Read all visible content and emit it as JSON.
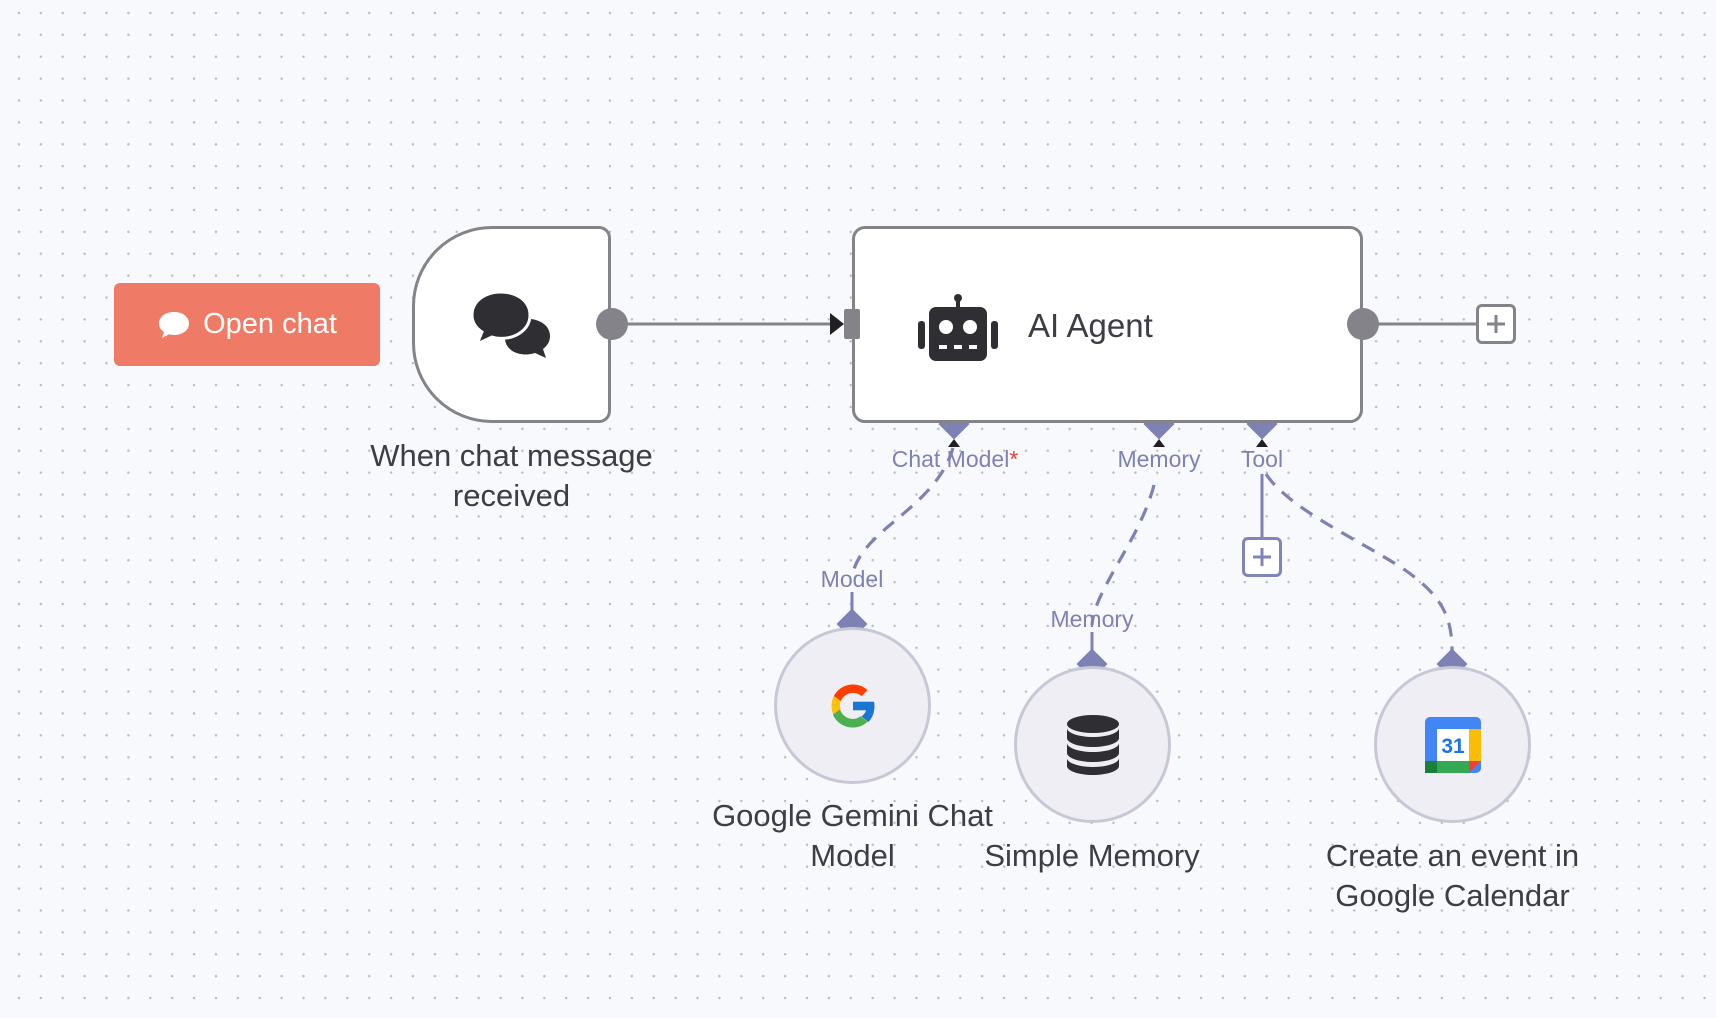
{
  "canvas": {
    "background": "#f8f9fc",
    "dot_color": "#b9bcc6"
  },
  "colors": {
    "open_chat_bg": "#ef7a65",
    "node_border": "#838389",
    "ai_port_color": "#7e81b4",
    "required_mark": "#e0413c",
    "circle_node_bg": "#efeef5"
  },
  "open_chat": {
    "label": "Open chat",
    "icon": "chat-bubble-icon"
  },
  "nodes": {
    "trigger": {
      "label_line1": "When chat message",
      "label_line2": "received",
      "icon": "chat-bubbles-icon"
    },
    "agent": {
      "title": "AI Agent",
      "icon": "robot-icon",
      "ports": {
        "chat_model": "Chat Model",
        "chat_model_required": "*",
        "memory": "Memory",
        "tool": "Tool"
      }
    },
    "gemini": {
      "label_line1": "Google Gemini Chat",
      "label_line2": "Model",
      "port": "Model",
      "icon": "google-g-icon"
    },
    "memory": {
      "label_line1": "Simple Memory",
      "port": "Memory",
      "icon": "database-icon"
    },
    "calendar": {
      "label_line1": "Create an event in",
      "label_line2": "Google Calendar",
      "icon": "google-calendar-icon",
      "day": "31"
    }
  }
}
